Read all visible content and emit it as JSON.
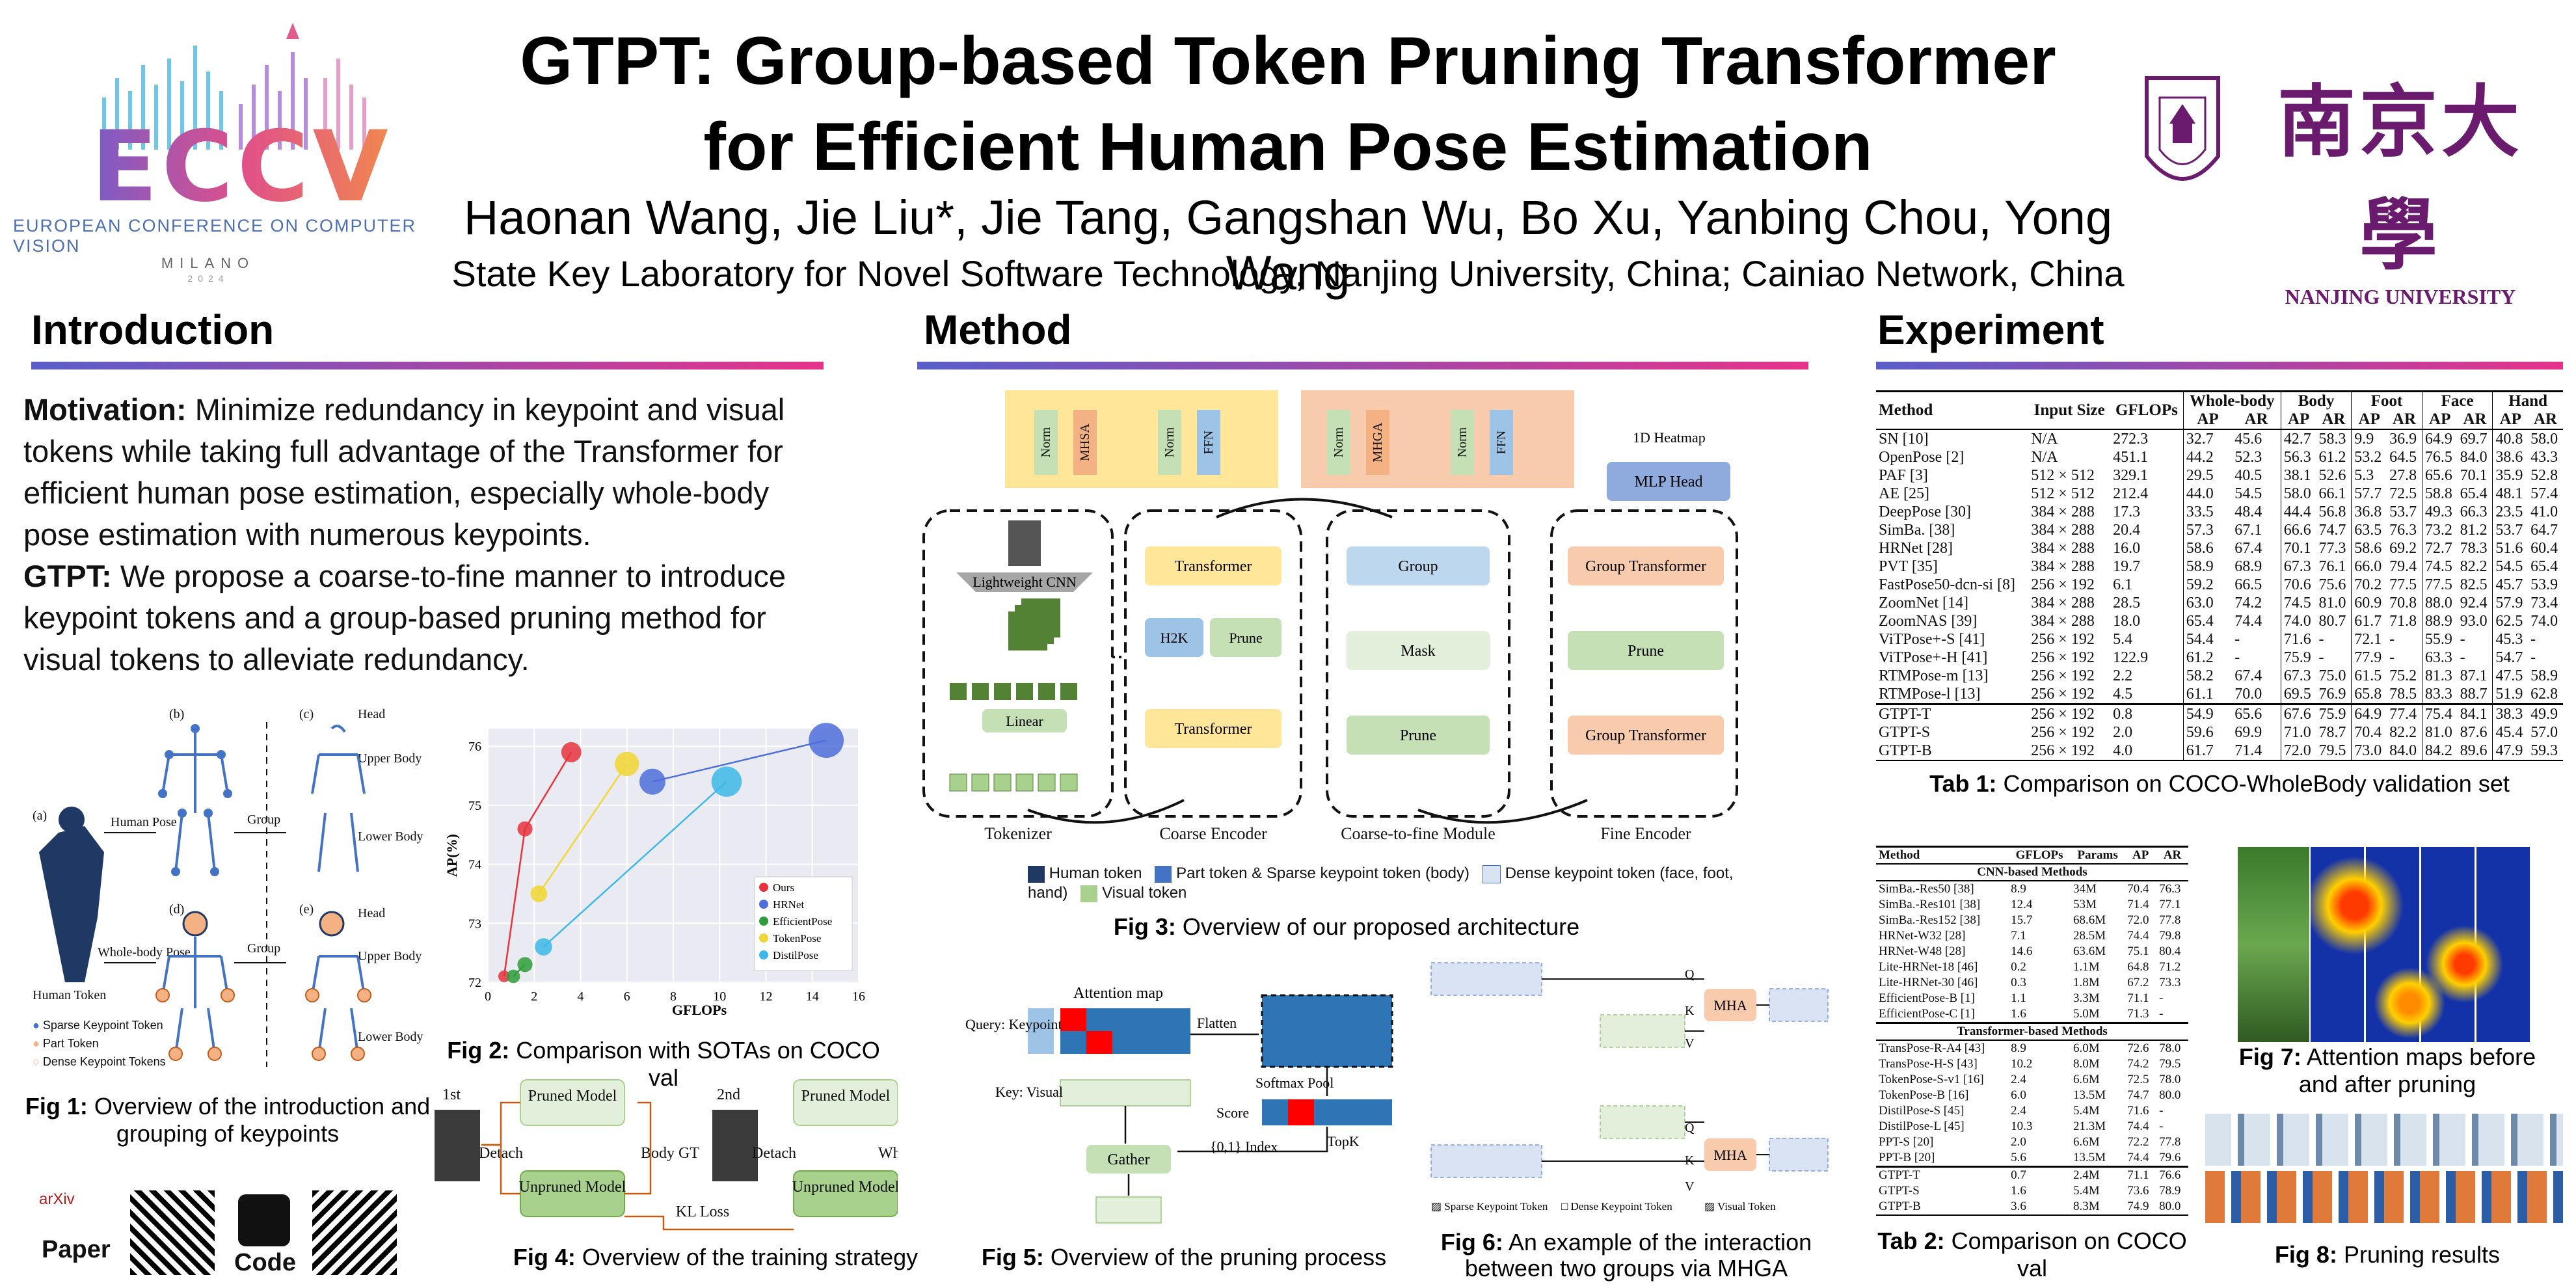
{
  "header": {
    "eccv_letters": "ECCV",
    "eccv_sub": "EUROPEAN CONFERENCE ON COMPUTER VISION",
    "eccv_city": "MILANO",
    "eccv_year": "2024",
    "title_line1": "GTPT: Group-based Token Pruning Transformer",
    "title_line2": "for Efficient Human Pose Estimation",
    "authors": "Haonan Wang, Jie Liu*, Jie Tang, Gangshan Wu, Bo Xu, Yanbing Chou, Yong Wang",
    "affiliation": "State Key Laboratory for Novel Software Technology, Nanjing University, China; Cainiao Network, China",
    "nju_cn": "南京大學",
    "nju_en": "NANJING UNIVERSITY"
  },
  "sections": {
    "intro": "Introduction",
    "method": "Method",
    "experiment": "Experiment"
  },
  "intro": {
    "motivation_label": "Motivation:",
    "motivation_text": " Minimize redundancy in keypoint and visual tokens while taking full advantage of the Transformer for efficient human pose estimation, especially whole-body pose estimation with numerous keypoints.",
    "gtpt_label": "GTPT:",
    "gtpt_text": " We propose a coarse-to-fine manner to introduce keypoint tokens and a group-based pruning method for visual tokens to alleviate redundancy."
  },
  "fig1": {
    "labels": {
      "a": "(a)",
      "b": "(b)",
      "c": "(c)",
      "d": "(d)",
      "e": "(e)",
      "head": "Head",
      "upper": "Upper Body",
      "lower": "Lower Body",
      "human_pose": "Human Pose",
      "wholebody_pose": "Whole-body Pose",
      "group": "Group",
      "human_token": "Human Token"
    },
    "legend": [
      "Sparse Keypoint Token",
      "Part Token",
      "Dense Keypoint Tokens"
    ],
    "caption_label": "Fig 1:",
    "caption": " Overview of the introduction and grouping of keypoints"
  },
  "fig2": {
    "caption_label": "Fig 2:",
    "caption": " Comparison with SOTAs on COCO val"
  },
  "chart_data": {
    "type": "scatter",
    "xlabel": "GFLOPs",
    "ylabel": "AP(%)",
    "xlim": [
      0,
      16
    ],
    "ylim": [
      72,
      76.3
    ],
    "xticks": [
      0,
      2,
      4,
      6,
      8,
      10,
      12,
      14,
      16
    ],
    "yticks": [
      72,
      73,
      74,
      75,
      76
    ],
    "grid": true,
    "legend_position": "bottom-right",
    "series": [
      {
        "name": "Ours",
        "color": "#e8323c",
        "points": [
          [
            0.7,
            72.1
          ],
          [
            1.6,
            74.6
          ],
          [
            3.6,
            75.9
          ]
        ]
      },
      {
        "name": "HRNet",
        "color": "#4d6fdb",
        "points": [
          [
            7.1,
            75.4
          ],
          [
            14.6,
            76.1
          ]
        ]
      },
      {
        "name": "EfficientPose",
        "color": "#2e9e3a",
        "points": [
          [
            1.1,
            72.1
          ],
          [
            1.6,
            72.3
          ]
        ]
      },
      {
        "name": "TokenPose",
        "color": "#f2d633",
        "points": [
          [
            2.2,
            73.5
          ],
          [
            6.0,
            75.7
          ]
        ]
      },
      {
        "name": "DistilPose",
        "color": "#3db8e8",
        "points": [
          [
            2.4,
            72.6
          ],
          [
            10.3,
            75.4
          ]
        ]
      }
    ],
    "bubble_gflops_reference": [
      0.7,
      1.6,
      3.6,
      7.1,
      14.6,
      1.1,
      1.6,
      2.2,
      6.0,
      2.4,
      10.3
    ]
  },
  "fig3": {
    "tokenizer": "Tokenizer",
    "coarse": "Coarse Encoder",
    "c2f": "Coarse-to-fine Module",
    "fine": "Fine Encoder",
    "lightweight_cnn": "Lightweight CNN",
    "linear": "Linear",
    "transformer": "Transformer",
    "prune": "Prune",
    "h2k": "H2K",
    "group": "Group",
    "mask": "Mask",
    "group_transformer": "Group Transformer",
    "mlp_head": "MLP Head",
    "heatmap": "1D Heatmap",
    "norm": "Norm",
    "mhsa": "MHSA",
    "mhga": "MHGA",
    "ffn": "FFN",
    "legend": [
      "Human token",
      "Part token & Sparse keypoint token (body)",
      "Dense keypoint token (face, foot, hand)",
      "Visual token"
    ],
    "caption_label": "Fig 3:",
    "caption": " Overview of our proposed architecture"
  },
  "fig4": {
    "first": "1st",
    "second": "2nd",
    "pruned": "Pruned Model",
    "unpruned": "Unpruned Model",
    "detach": "Detach",
    "body_gt": "Body GT",
    "wholebody_gt": "Whole-body GT",
    "kl_loss": "KL Loss",
    "caption_label": "Fig 4:",
    "caption": " Overview of the training strategy"
  },
  "fig5": {
    "attention_map": "Attention map",
    "query": "Query: Keypoint",
    "key": "Key: Visual",
    "flatten": "Flatten",
    "softmax_pool": "Softmax Pool",
    "score": "Score",
    "topk": "TopK",
    "index": "{0,1} Index",
    "gather": "Gather",
    "caption_label": "Fig 5:",
    "caption": " Overview of the pruning process"
  },
  "fig6": {
    "mha": "MHA",
    "q": "Q",
    "k": "K",
    "v": "V",
    "legend": [
      "Sparse Keypoint Token",
      "Dense Keypoint Token",
      "Visual Token"
    ],
    "caption_label": "Fig 6:",
    "caption": " An example of the interaction between two groups via MHGA"
  },
  "tab1": {
    "headers": [
      "Method",
      "Input Size",
      "GFLOPs",
      "Whole-body",
      "Body",
      "Foot",
      "Face",
      "Hand"
    ],
    "subheaders": [
      "AP",
      "AR"
    ],
    "rows": [
      [
        "SN [10]",
        "N/A",
        "272.3",
        "32.7",
        "45.6",
        "42.7",
        "58.3",
        "9.9",
        "36.9",
        "64.9",
        "69.7",
        "40.8",
        "58.0"
      ],
      [
        "OpenPose [2]",
        "N/A",
        "451.1",
        "44.2",
        "52.3",
        "56.3",
        "61.2",
        "53.2",
        "64.5",
        "76.5",
        "84.0",
        "38.6",
        "43.3"
      ],
      [
        "PAF [3]",
        "512 × 512",
        "329.1",
        "29.5",
        "40.5",
        "38.1",
        "52.6",
        "5.3",
        "27.8",
        "65.6",
        "70.1",
        "35.9",
        "52.8"
      ],
      [
        "AE [25]",
        "512 × 512",
        "212.4",
        "44.0",
        "54.5",
        "58.0",
        "66.1",
        "57.7",
        "72.5",
        "58.8",
        "65.4",
        "48.1",
        "57.4"
      ],
      [
        "DeepPose [30]",
        "384 × 288",
        "17.3",
        "33.5",
        "48.4",
        "44.4",
        "56.8",
        "36.8",
        "53.7",
        "49.3",
        "66.3",
        "23.5",
        "41.0"
      ],
      [
        "SimBa. [38]",
        "384 × 288",
        "20.4",
        "57.3",
        "67.1",
        "66.6",
        "74.7",
        "63.5",
        "76.3",
        "73.2",
        "81.2",
        "53.7",
        "64.7"
      ],
      [
        "HRNet [28]",
        "384 × 288",
        "16.0",
        "58.6",
        "67.4",
        "70.1",
        "77.3",
        "58.6",
        "69.2",
        "72.7",
        "78.3",
        "51.6",
        "60.4"
      ],
      [
        "PVT [35]",
        "384 × 288",
        "19.7",
        "58.9",
        "68.9",
        "67.3",
        "76.1",
        "66.0",
        "79.4",
        "74.5",
        "82.2",
        "54.5",
        "65.4"
      ],
      [
        "FastPose50-dcn-si [8]",
        "256 × 192",
        "6.1",
        "59.2",
        "66.5",
        "70.6",
        "75.6",
        "70.2",
        "77.5",
        "77.5",
        "82.5",
        "45.7",
        "53.9"
      ],
      [
        "ZoomNet [14]",
        "384 × 288",
        "28.5",
        "63.0",
        "74.2",
        "74.5",
        "81.0",
        "60.9",
        "70.8",
        "88.0",
        "92.4",
        "57.9",
        "73.4"
      ],
      [
        "ZoomNAS [39]",
        "384 × 288",
        "18.0",
        "65.4",
        "74.4",
        "74.0",
        "80.7",
        "61.7",
        "71.8",
        "88.9",
        "93.0",
        "62.5",
        "74.0"
      ],
      [
        "ViTPose+-S [41]",
        "256 × 192",
        "5.4",
        "54.4",
        "-",
        "71.6",
        "-",
        "72.1",
        "-",
        "55.9",
        "-",
        "45.3",
        "-"
      ],
      [
        "ViTPose+-H [41]",
        "256 × 192",
        "122.9",
        "61.2",
        "-",
        "75.9",
        "-",
        "77.9",
        "-",
        "63.3",
        "-",
        "54.7",
        "-"
      ],
      [
        "RTMPose-m [13]",
        "256 × 192",
        "2.2",
        "58.2",
        "67.4",
        "67.3",
        "75.0",
        "61.5",
        "75.2",
        "81.3",
        "87.1",
        "47.5",
        "58.9"
      ],
      [
        "RTMPose-l [13]",
        "256 × 192",
        "4.5",
        "61.1",
        "70.0",
        "69.5",
        "76.9",
        "65.8",
        "78.5",
        "83.3",
        "88.7",
        "51.9",
        "62.8"
      ]
    ],
    "ours": [
      [
        "GTPT-T",
        "256 × 192",
        "0.8",
        "54.9",
        "65.6",
        "67.6",
        "75.9",
        "64.9",
        "77.4",
        "75.4",
        "84.1",
        "38.3",
        "49.9"
      ],
      [
        "GTPT-S",
        "256 × 192",
        "2.0",
        "59.6",
        "69.9",
        "71.0",
        "78.7",
        "70.4",
        "82.2",
        "81.0",
        "87.6",
        "45.4",
        "57.0"
      ],
      [
        "GTPT-B",
        "256 × 192",
        "4.0",
        "61.7",
        "71.4",
        "72.0",
        "79.5",
        "73.0",
        "84.0",
        "84.2",
        "89.6",
        "47.9",
        "59.3"
      ]
    ],
    "caption_label": "Tab 1:",
    "caption": " Comparison on COCO-WholeBody validation set"
  },
  "tab2": {
    "headers": [
      "Method",
      "GFLOPs",
      "Params",
      "AP",
      "AR"
    ],
    "cnn_label": "CNN-based Methods",
    "cnn_rows": [
      [
        "SimBa.-Res50 [38]",
        "8.9",
        "34M",
        "70.4",
        "76.3"
      ],
      [
        "SimBa.-Res101 [38]",
        "12.4",
        "53M",
        "71.4",
        "77.1"
      ],
      [
        "SimBa.-Res152 [38]",
        "15.7",
        "68.6M",
        "72.0",
        "77.8"
      ],
      [
        "HRNet-W32 [28]",
        "7.1",
        "28.5M",
        "74.4",
        "79.8"
      ],
      [
        "HRNet-W48 [28]",
        "14.6",
        "63.6M",
        "75.1",
        "80.4"
      ],
      [
        "Lite-HRNet-18 [46]",
        "0.2",
        "1.1M",
        "64.8",
        "71.2"
      ],
      [
        "Lite-HRNet-30 [46]",
        "0.3",
        "1.8M",
        "67.2",
        "73.3"
      ],
      [
        "EfficientPose-B [1]",
        "1.1",
        "3.3M",
        "71.1",
        "-"
      ],
      [
        "EfficientPose-C [1]",
        "1.6",
        "5.0M",
        "71.3",
        "-"
      ]
    ],
    "trans_label": "Transformer-based Methods",
    "trans_rows": [
      [
        "TransPose-R-A4 [43]",
        "8.9",
        "6.0M",
        "72.6",
        "78.0"
      ],
      [
        "TransPose-H-S [43]",
        "10.2",
        "8.0M",
        "74.2",
        "79.5"
      ],
      [
        "TokenPose-S-v1 [16]",
        "2.4",
        "6.6M",
        "72.5",
        "78.0"
      ],
      [
        "TokenPose-B [16]",
        "6.0",
        "13.5M",
        "74.7",
        "80.0"
      ],
      [
        "DistilPose-S [45]",
        "2.4",
        "5.4M",
        "71.6",
        "-"
      ],
      [
        "DistilPose-L [45]",
        "10.3",
        "21.3M",
        "74.4",
        "-"
      ],
      [
        "PPT-S [20]",
        "2.0",
        "6.6M",
        "72.2",
        "77.8"
      ],
      [
        "PPT-B [20]",
        "5.6",
        "13.5M",
        "74.4",
        "79.6"
      ]
    ],
    "ours": [
      [
        "GTPT-T",
        "0.7",
        "2.4M",
        "71.1",
        "76.6"
      ],
      [
        "GTPT-S",
        "1.6",
        "5.4M",
        "73.6",
        "78.9"
      ],
      [
        "GTPT-B",
        "3.6",
        "8.3M",
        "74.9",
        "80.0"
      ]
    ],
    "caption_label": "Tab 2:",
    "caption": " Comparison on COCO val"
  },
  "fig7": {
    "caption_label": "Fig 7:",
    "caption": " Attention maps before and after pruning"
  },
  "fig8": {
    "caption_label": "Fig 8:",
    "caption": " Pruning results"
  },
  "footer": {
    "arxiv": "arXiv",
    "paper": "Paper",
    "code": "Code"
  },
  "colors": {
    "accent_blue": "#5a5ec9",
    "accent_pink": "#e6338a",
    "human_token": "#1f3864",
    "part_token": "#4472c4",
    "dense_token": "#dae3f3",
    "visual_token": "#a9d18e"
  }
}
